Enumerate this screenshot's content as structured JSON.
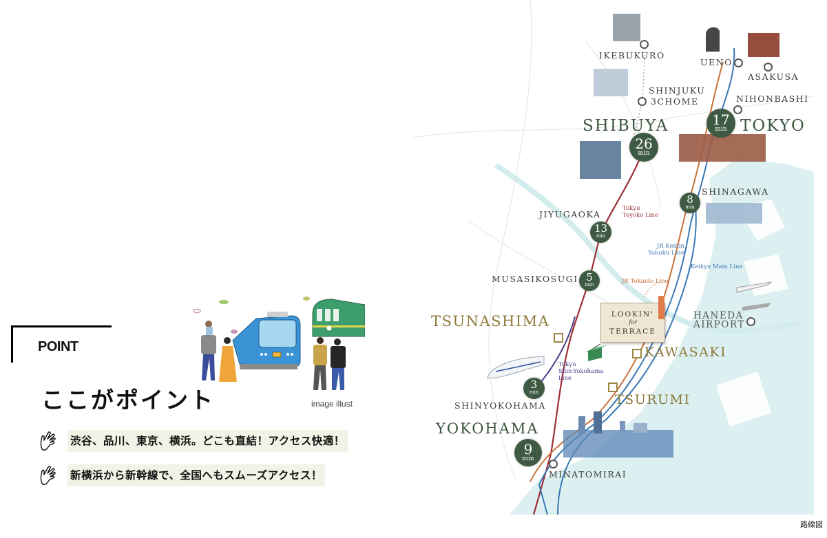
{
  "point_section": {
    "label": "POINT",
    "title": "ここがポイント",
    "items": [
      {
        "icon": "pointing-hand-icon",
        "text": "渋谷、品川、東京、横浜。どこも直結！アクセス快適！"
      },
      {
        "icon": "pointing-hand-icon",
        "text": "新横浜から新幹線で、全国へもスムーズアクセス！"
      }
    ],
    "illustration_caption": "image illust"
  },
  "map": {
    "caption": "路線図",
    "colors": {
      "badge": "#3f5a42",
      "gold_station": "#8e7a3a",
      "green_station": "#3c553e",
      "sea": "#dcf0f1",
      "tokyu_toyoko": "#9b2f36",
      "jr_keihin_tohoku": "#3a78b5",
      "jr_tokaido": "#c8723a",
      "keikyu": "#3a78b5",
      "shin_yokohama": "#4a3e88"
    },
    "stations": {
      "ikebukuro": "IKEBUKURO",
      "shinjuku_line1": "SHINJUKU",
      "shinjuku_line2": "3CHOME",
      "ueno": "UENO",
      "asakusa": "ASAKUSA",
      "nihonbashi": "NIHONBASHI",
      "shibuya": "SHIBUYA",
      "tokyo": "TOKYO",
      "shinagawa": "SHINAGAWA",
      "jiyugaoka": "JIYUGAOKA",
      "musasikosugi": "MUSASIKOSUGI",
      "tsunashima": "TSUNASHIMA",
      "haneda_line1": "HANEDA",
      "haneda_line2": "AIRPORT",
      "kawasaki": "KAWASAKI",
      "tsurumi": "TSURUMI",
      "shinyokohama": "SHINYOKOHAMA",
      "yokohama": "YOKOHAMA",
      "minatomirai": "MINATOMIRAI"
    },
    "badges": {
      "shibuya": {
        "num": "26",
        "unit": "min"
      },
      "tokyo": {
        "num": "17",
        "unit": "min"
      },
      "shinagawa": {
        "num": "8",
        "unit": "min"
      },
      "jiyugaoka": {
        "num": "13",
        "unit": "min"
      },
      "musasikosugi": {
        "num": "5",
        "unit": "min"
      },
      "shinyokohama": {
        "num": "3",
        "unit": "min"
      },
      "yokohama": {
        "num": "9",
        "unit": "min"
      }
    },
    "lines": {
      "tokyu_toyoko_1": "Tokyu",
      "tokyu_toyoko_2": "Toyoko Line",
      "jr_keihin_1": "JR Keihin",
      "jr_keihin_2": "Tohoku Line",
      "keikyu": "Keikyu Main Line",
      "jr_tokaido": "JR Tokaido Line",
      "shin_yokohama_1": "Tokyu",
      "shin_yokohama_2": "Shin-Yokohama",
      "shin_yokohama_3": "Line"
    },
    "property": {
      "line1": "LOOKIN'",
      "line2": "for",
      "line3": "TERRACE"
    }
  }
}
